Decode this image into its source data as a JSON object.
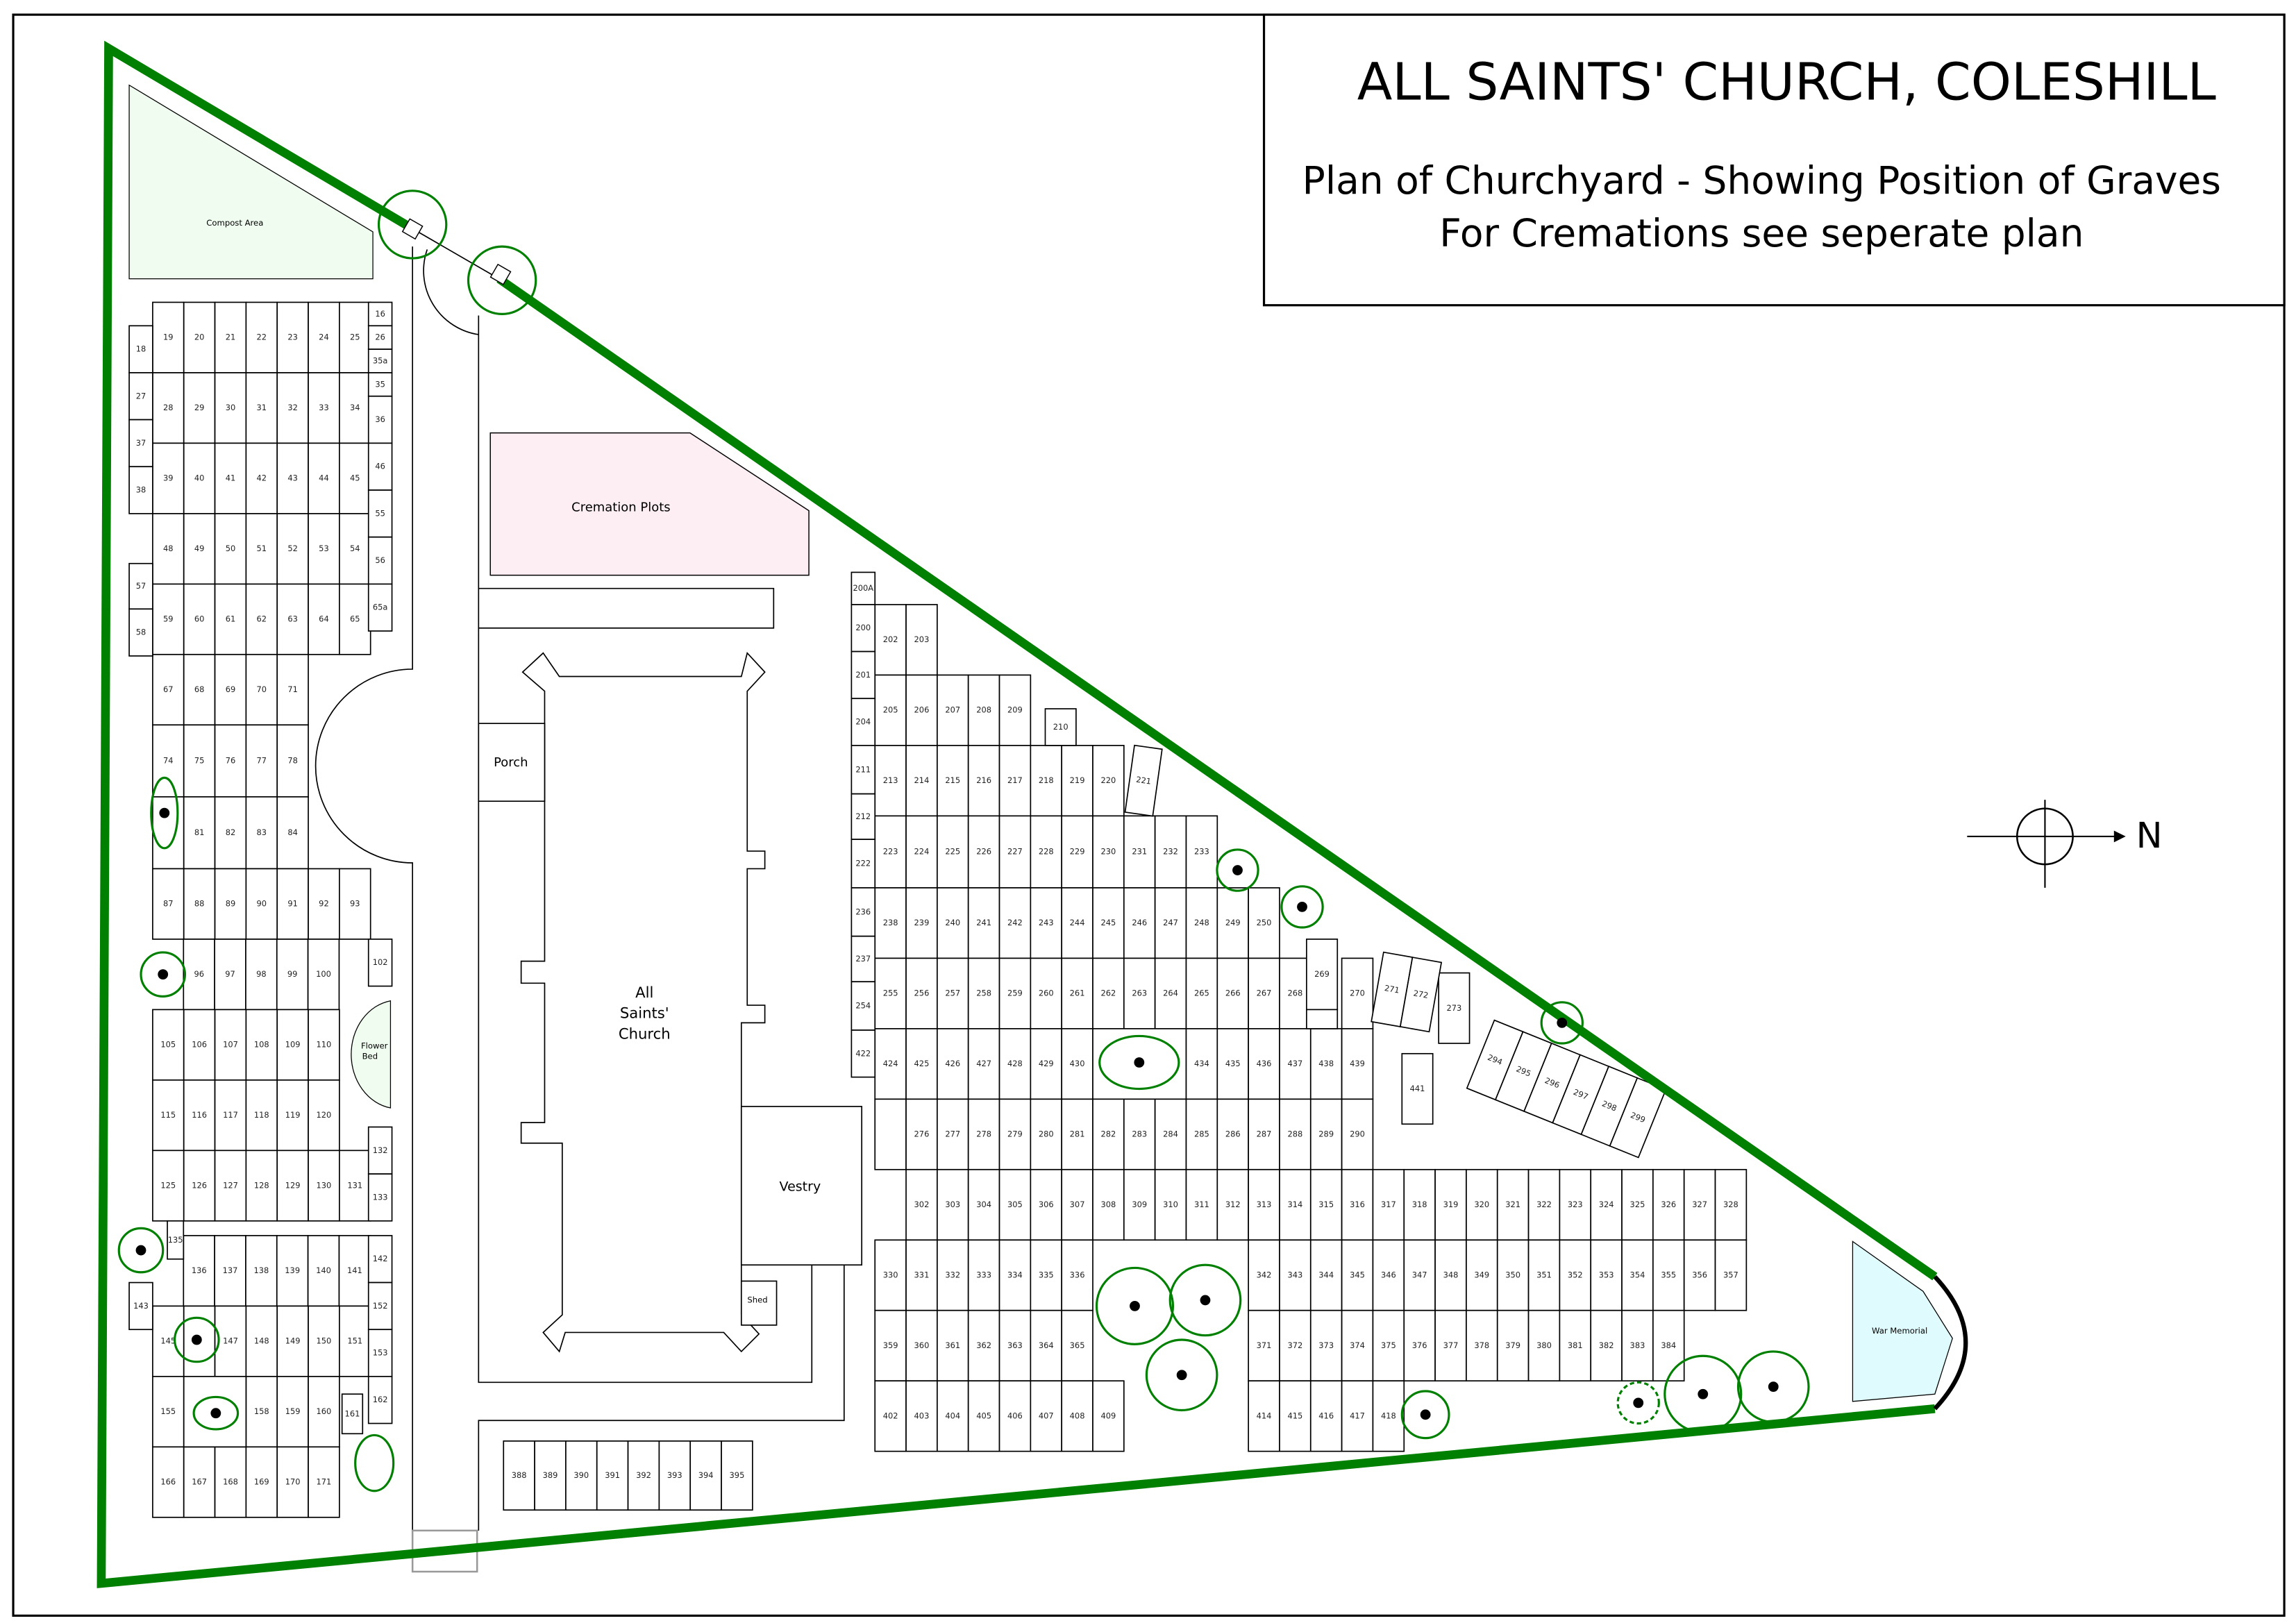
{
  "title": {
    "main": "ALL SAINTS'  CHURCH, COLESHILL",
    "sub1": "Plan of Churchyard - Showing Position of Graves",
    "sub2": "For Cremations see seperate plan"
  },
  "colors": {
    "boundary": "#008000",
    "compost": "#effcef",
    "cremation": "#fdeef3",
    "flower_bed": "#effcef",
    "war_memorial": "#e0fbfd"
  },
  "labels": {
    "compost": "Compost Area",
    "cremation": "Cremation Plots",
    "church": [
      "All",
      "Saints'",
      "Church"
    ],
    "porch": "Porch",
    "vestry": "Vestry",
    "shed": "Shed",
    "flower_bed": [
      "Flower",
      "Bed"
    ],
    "war_memorial": "War Memorial",
    "north": "N"
  },
  "graves": {
    "left_rows": [
      [
        "19",
        "20",
        "21",
        "22",
        "23",
        "24",
        "25"
      ],
      [
        "28",
        "29",
        "30",
        "31",
        "32",
        "33",
        "34"
      ],
      [
        "39",
        "40",
        "41",
        "42",
        "43",
        "44",
        "45"
      ],
      [
        "48",
        "49",
        "50",
        "51",
        "52",
        "53",
        "54"
      ],
      [
        "59",
        "60",
        "61",
        "62",
        "63",
        "64",
        "65"
      ],
      [
        "67",
        "68",
        "69",
        "70",
        "71"
      ],
      [
        "74",
        "75",
        "76",
        "77",
        "78"
      ],
      [
        "",
        "81",
        "82",
        "83",
        "84"
      ],
      [
        "87",
        "88",
        "89",
        "90",
        "91",
        "92",
        "93"
      ],
      [
        "96",
        "97",
        "98",
        "99",
        "100"
      ],
      [
        "105",
        "106",
        "107",
        "108",
        "109",
        "110"
      ],
      [
        "115",
        "116",
        "117",
        "118",
        "119",
        "120"
      ],
      [
        "125",
        "126",
        "127",
        "128",
        "129",
        "130",
        "131"
      ],
      [
        "136",
        "137",
        "138",
        "139",
        "140",
        "141"
      ],
      [
        "145",
        "",
        "147",
        "148",
        "149",
        "150",
        "151"
      ],
      [
        "155"
      ],
      [
        "158",
        "159",
        "160"
      ],
      [
        "166",
        "167",
        "168",
        "169",
        "170",
        "171"
      ]
    ],
    "left_singles": [
      "16",
      "26",
      "35a",
      "35",
      "36",
      "46",
      "55",
      "56",
      "65a",
      "18",
      "27",
      "37",
      "38",
      "57",
      "58",
      "102",
      "132",
      "133",
      "142",
      "152",
      "153",
      "162",
      "143",
      "135",
      "161",
      ""
    ],
    "mid_rows": [
      [
        "202",
        "203"
      ],
      [
        "205",
        "206",
        "207",
        "208",
        "209"
      ],
      [
        "213",
        "214",
        "215",
        "216",
        "217",
        "218",
        "219",
        "220"
      ],
      [
        "223",
        "224",
        "225",
        "226",
        "227",
        "228",
        "229",
        "230",
        "231",
        "232",
        "233"
      ],
      [
        "238",
        "239",
        "240",
        "241",
        "242",
        "243",
        "244",
        "245",
        "246",
        "247",
        "248",
        "249",
        "250"
      ],
      [
        "255",
        "256",
        "257",
        "258",
        "259",
        "260",
        "261",
        "262",
        "263",
        "264",
        "265",
        "266",
        "267",
        "268"
      ],
      [
        "270"
      ],
      [
        "424",
        "425",
        "426",
        "427",
        "428",
        "429",
        "430"
      ],
      [
        ""
      ],
      [
        "434",
        "435",
        "436",
        "437",
        "438",
        "439"
      ],
      [
        "",
        "276",
        "277",
        "278",
        "279",
        "280",
        "281",
        "282",
        "283",
        "284",
        "285",
        "286",
        "287",
        "288",
        "289",
        "290"
      ],
      [
        "302",
        "303",
        "304",
        "305",
        "306",
        "307",
        "308",
        "309",
        "310",
        "311",
        "312",
        "313",
        "314",
        "315",
        "316",
        "317",
        "318",
        "319",
        "320",
        "321",
        "322",
        "323",
        "324",
        "325",
        "326",
        "327",
        "328"
      ],
      [
        "330",
        "331",
        "332",
        "333",
        "334",
        "335",
        "336"
      ],
      [
        "342",
        "343",
        "344",
        "345",
        "346",
        "347",
        "348",
        "349",
        "350",
        "351",
        "352",
        "353",
        "354",
        "355",
        "356",
        "357"
      ],
      [
        "359",
        "360",
        "361",
        "362",
        "363",
        "364",
        "365"
      ],
      [
        "371",
        "372",
        "373",
        "374",
        "375",
        "376",
        "377",
        "378",
        "379",
        "380",
        "381",
        "382",
        "383",
        "384"
      ],
      [
        "402",
        "403",
        "404",
        "405",
        "406",
        "407",
        "408",
        "409"
      ],
      [
        "414",
        "415",
        "416",
        "417",
        "418"
      ]
    ],
    "mid_singles": [
      "200A",
      "200",
      "201",
      "204",
      "211",
      "212",
      "222",
      "236",
      "237",
      "254",
      "422",
      "210",
      "269",
      "",
      "273",
      "441"
    ],
    "bottom_row": [
      "388",
      "389",
      "390",
      "391",
      "392",
      "393",
      "394",
      "395"
    ],
    "rotated_221": [
      "221"
    ],
    "rotated_271": [
      "271",
      "272"
    ],
    "rotated_294": [
      "294",
      "295",
      "296",
      "297",
      "298",
      "299"
    ]
  }
}
